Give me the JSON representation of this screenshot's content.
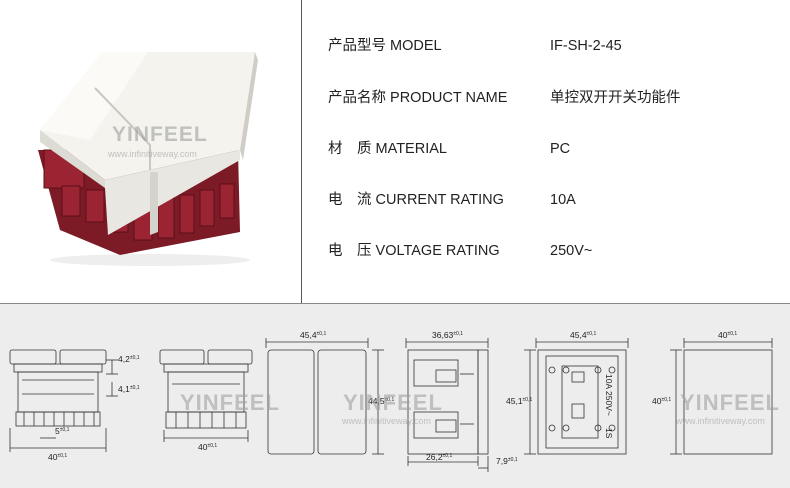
{
  "specs": [
    {
      "label": "产品型号 MODEL",
      "value": "IF-SH-2-45"
    },
    {
      "label": "产品名称 PRODUCT NAME",
      "value": "单控双开开关功能件"
    },
    {
      "label": "材　质 MATERIAL",
      "value": "PC"
    },
    {
      "label": "电　流 CURRENT RATING",
      "value": "10A"
    },
    {
      "label": "电　压 VOLTAGE RATING",
      "value": "250V~"
    }
  ],
  "watermark": {
    "brand": "YINFEEL",
    "site": "www.infinitiveway.com"
  },
  "drawing": {
    "dims": {
      "d42": "4,2",
      "d41": "4,1",
      "d5": "5",
      "d40a": "40",
      "d40b": "40",
      "d454": "45,4",
      "d445": "44,5",
      "d3663": "36,63",
      "d262": "26,2",
      "d79": "7,9",
      "d454b": "45,4",
      "d451": "45,1",
      "d40c": "40",
      "d40d": "40"
    },
    "tol_a": "±0,1",
    "tol_b": "±0,1",
    "rating_marking": "10A 250V~",
    "terminal_label": "1S"
  },
  "colors": {
    "cover": "#f2f1ec",
    "housing": "#8f1f2c",
    "line": "#333333",
    "bottom_bg": "#ededed"
  }
}
